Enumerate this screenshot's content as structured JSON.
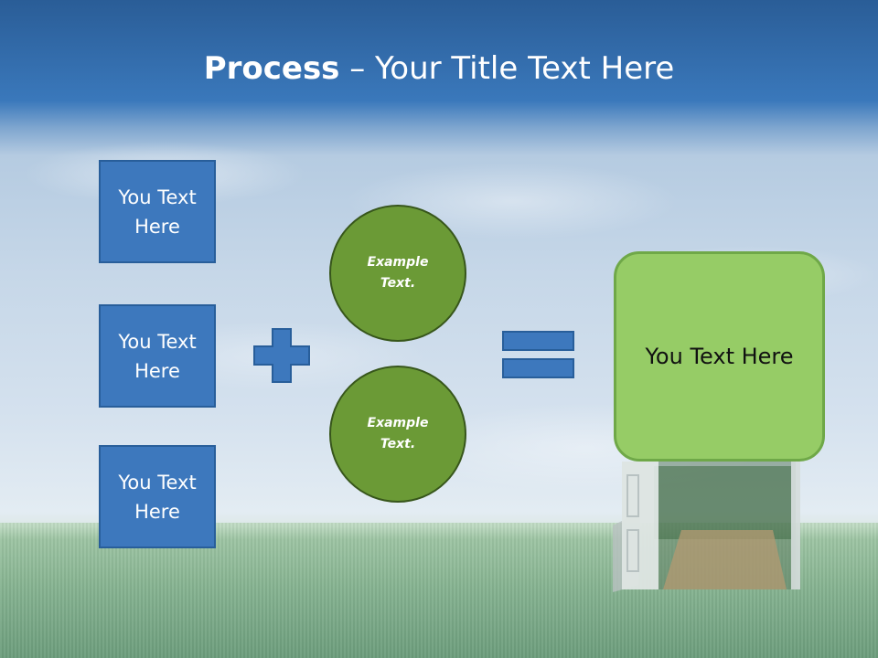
{
  "title": {
    "bold": "Process",
    "rest": " – Your Title Text Here"
  },
  "inputs": [
    {
      "label": "You Text Here"
    },
    {
      "label": "You Text Here"
    },
    {
      "label": "You Text Here"
    }
  ],
  "operators": {
    "plus": "plus-icon",
    "equals": "equals-icon"
  },
  "circles": [
    {
      "label": "Example Text."
    },
    {
      "label": "Example Text."
    }
  ],
  "result": {
    "label": "You Text Here"
  },
  "colors": {
    "box_fill": "#3d78bd",
    "box_border": "#285e9a",
    "circle_fill": "#6b9a36",
    "circle_border": "#37561b",
    "result_fill": "#96cc66",
    "result_border": "#6fa848",
    "title_text": "#ffffff"
  }
}
